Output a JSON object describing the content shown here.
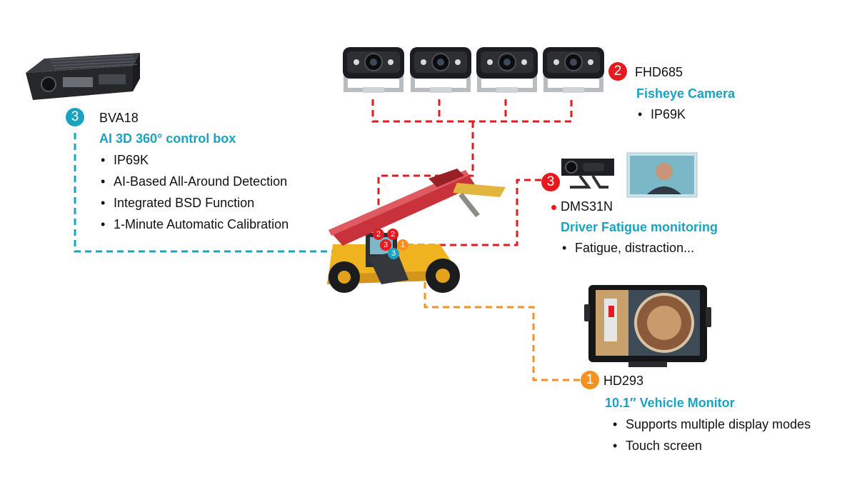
{
  "colors": {
    "blue": "#1aa3c1",
    "red": "#e5191e",
    "orange": "#f4921f",
    "heading": "#1aa3c1"
  },
  "devices": {
    "box": {
      "number": "3",
      "model": "BVA18",
      "title": "AI 3D 360° control box",
      "icon": "control-box-device",
      "features": [
        "IP69K",
        "AI-Based All-Around Detection",
        "Integrated BSD Function",
        "1-Minute Automatic Calibration"
      ]
    },
    "camera": {
      "number": "2",
      "model": "FHD685",
      "title": "Fisheye Camera",
      "icon": "fisheye-camera-device",
      "features": [
        "IP69K"
      ]
    },
    "dms": {
      "number": "3",
      "model": "DMS31N",
      "title": "Driver Fatigue monitoring",
      "icon": "dms-camera-device",
      "features": [
        "Fatigue, distraction..."
      ]
    },
    "monitor": {
      "number": "1",
      "model": "HD293",
      "title": "10.1″ Vehicle Monitor",
      "icon": "vehicle-monitor-device",
      "features": [
        "Supports multiple display modes",
        "Touch screen"
      ]
    }
  },
  "vehicle": {
    "icon": "reach-stacker-vehicle",
    "markers": [
      "2",
      "2",
      "3",
      "1",
      "3"
    ]
  }
}
